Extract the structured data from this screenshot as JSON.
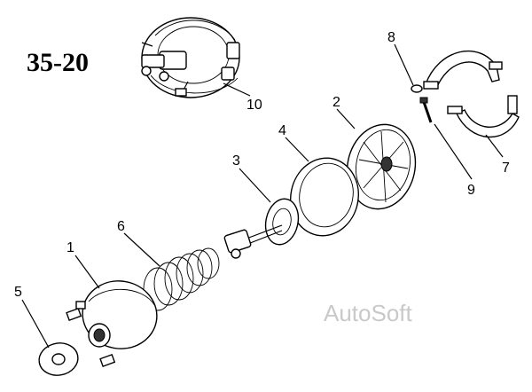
{
  "figure": {
    "label": "35-20"
  },
  "watermark": "AutoSoft",
  "callouts": [
    "1",
    "2",
    "3",
    "4",
    "5",
    "6",
    "7",
    "8",
    "9",
    "10"
  ]
}
